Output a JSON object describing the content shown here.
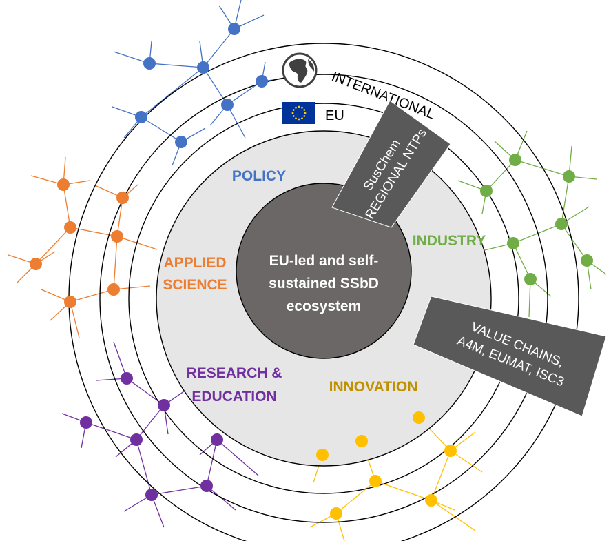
{
  "rings": {
    "international": "INTERNATIONAL",
    "eu": "EU"
  },
  "core": {
    "line1": "EU-led and self-",
    "line2": "sustained SSbD",
    "line3": "ecosystem"
  },
  "sectors": {
    "policy": "POLICY",
    "industry": "INDUSTRY",
    "applied_line1": "APPLIED",
    "applied_line2": "SCIENCE",
    "research_line1": "RESEARCH &",
    "research_line2": "EDUCATION",
    "innovation": "INNOVATION"
  },
  "banners": {
    "suschem_line1": "SusChem",
    "suschem_line2": "REGIONAL NTPs",
    "value_line1": "VALUE CHAINS,",
    "value_line2": "A4M, EUMAT, ISC3"
  },
  "icons": {
    "globe": "globe-icon",
    "eu_flag": "eu-flag-icon"
  },
  "colors": {
    "policy": "#4472C4",
    "industry": "#70AD47",
    "applied_science": "#ED7D31",
    "research_education": "#7030A0",
    "innovation": "#BF9000",
    "innovation_nodes": "#FFC000",
    "core": "#6B6766",
    "inner_disc": "#E6E6E6",
    "banner": "#595959"
  }
}
